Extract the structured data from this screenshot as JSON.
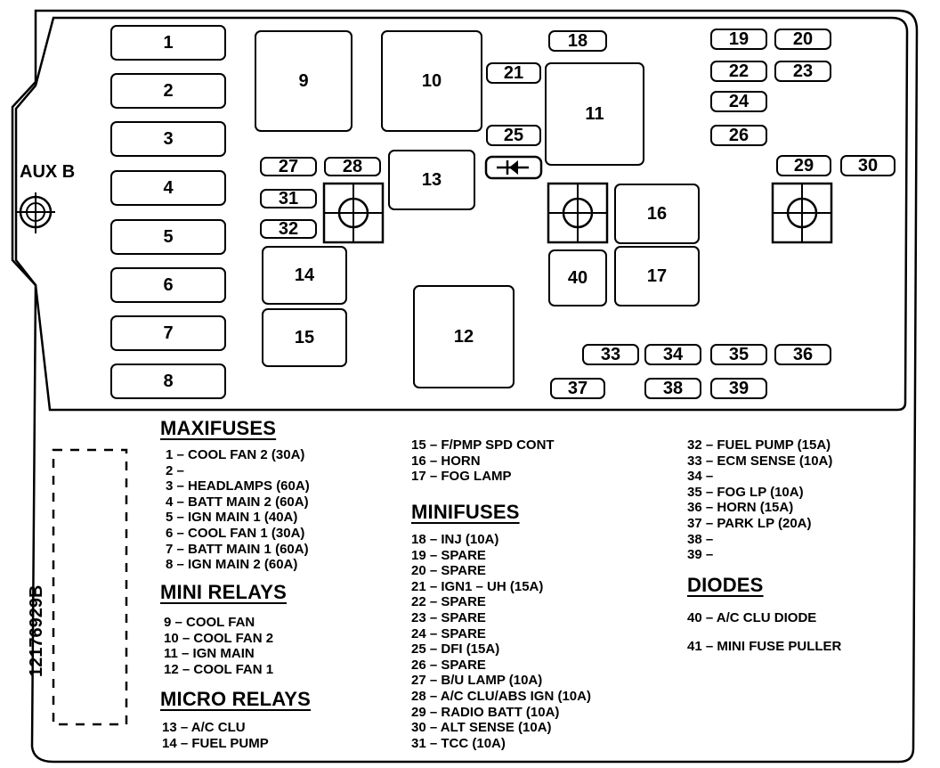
{
  "box": {
    "aux_label": "AUX B",
    "part_number": "12176929B",
    "maxifuses": [
      "1",
      "2",
      "3",
      "4",
      "5",
      "6",
      "7",
      "8"
    ],
    "relays_large": {
      "r9": "9",
      "r10": "10",
      "r11": "11",
      "r12": "12",
      "r13": "13",
      "r14": "14",
      "r15": "15",
      "r16": "16",
      "r17": "17",
      "r40": "40"
    },
    "minifuses": {
      "f18": "18",
      "f19": "19",
      "f20": "20",
      "f21": "21",
      "f22": "22",
      "f23": "23",
      "f24": "24",
      "f25": "25",
      "f26": "26",
      "f27": "27",
      "f28": "28",
      "f29": "29",
      "f30": "30",
      "f31": "31",
      "f32": "32",
      "f33": "33",
      "f34": "34",
      "f35": "35",
      "f36": "36",
      "f37": "37",
      "f38": "38",
      "f39": "39"
    }
  },
  "legend": {
    "maxifuses_title": "MAXIFUSES",
    "maxifuses": [
      "1 – COOL FAN 2 (30A)",
      "2 –",
      "3 – HEADLAMPS (60A)",
      "4 – BATT MAIN 2 (60A)",
      "5 – IGN MAIN 1 (40A)",
      "6 – COOL FAN 1 (30A)",
      "7 – BATT MAIN 1 (60A)",
      "8 – IGN MAIN 2 (60A)"
    ],
    "mini_relays_title": "MINI RELAYS",
    "mini_relays": [
      "9 – COOL FAN",
      "10 – COOL FAN 2",
      "11 – IGN MAIN",
      "12 – COOL FAN 1"
    ],
    "micro_relays_title": "MICRO RELAYS",
    "micro_relays": [
      "13 – A/C CLU",
      "14 – FUEL PUMP"
    ],
    "col2_top": [
      "15 – F/PMP SPD CONT",
      "16 – HORN",
      "17 – FOG LAMP"
    ],
    "minifuses_title": "MINIFUSES",
    "minifuses": [
      "18 – INJ (10A)",
      "19 – SPARE",
      "20 – SPARE",
      "21 – IGN1 – UH (15A)",
      "22 – SPARE",
      "23 – SPARE",
      "24 – SPARE",
      "25 – DFI (15A)",
      "26 – SPARE",
      "27 – B/U LAMP (10A)",
      "28 – A/C CLU/ABS IGN (10A)",
      "29 – RADIO BATT (10A)",
      "30 – ALT SENSE (10A)",
      "31 – TCC (10A)"
    ],
    "col3_top": [
      "32 – FUEL PUMP (15A)",
      "33 – ECM SENSE (10A)",
      "34 –",
      "35 – FOG LP (10A)",
      "36 – HORN (15A)",
      "37 – PARK LP (20A)",
      "38 –",
      "39 –"
    ],
    "diodes_title": "DIODES",
    "diodes": [
      "40 – A/C CLU DIODE"
    ],
    "other": [
      "41 – MINI FUSE PULLER"
    ]
  }
}
